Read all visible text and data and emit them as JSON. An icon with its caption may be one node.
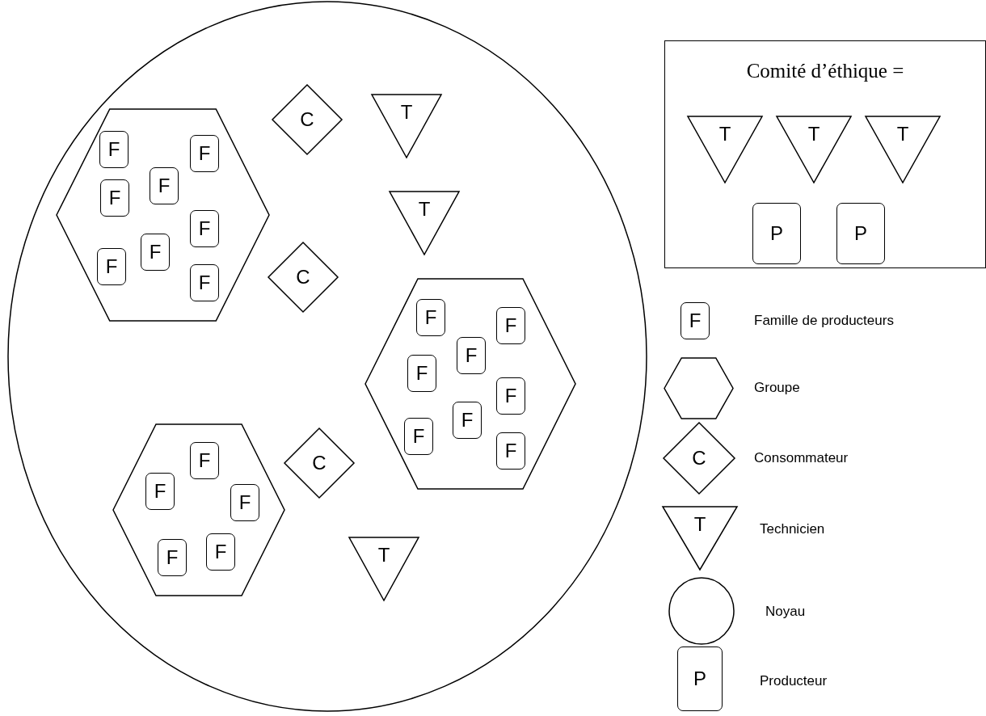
{
  "diagram": {
    "nodes": [
      {
        "text": [],
        "shape": "circle"
      },
      {
        "text": [],
        "shape": "hexagon",
        "in": 0
      },
      {
        "text": [
          "F"
        ],
        "in": 1
      },
      {
        "text": [
          "F"
        ],
        "in": 1
      },
      {
        "text": [
          "F"
        ],
        "in": 1
      },
      {
        "text": [
          "F"
        ],
        "in": 1
      },
      {
        "text": [
          "F"
        ],
        "in": 1
      },
      {
        "text": [
          "F"
        ],
        "in": 1
      },
      {
        "text": [
          "F"
        ],
        "in": 1
      },
      {
        "text": [
          "F"
        ],
        "in": 1
      },
      {
        "text": [
          "C"
        ],
        "in": 0
      },
      {
        "text": [
          "T"
        ],
        "in": 0
      },
      {
        "text": [
          "T"
        ],
        "in": 0
      },
      {
        "text": [
          "C"
        ],
        "in": 0
      },
      {
        "text": [],
        "shape": "hexagon",
        "in": 0
      },
      {
        "text": [
          "F"
        ],
        "in": 14
      },
      {
        "text": [
          "F"
        ],
        "in": 14
      },
      {
        "text": [
          "F"
        ],
        "in": 14
      },
      {
        "text": [
          "F"
        ],
        "in": 14
      },
      {
        "text": [
          "F"
        ],
        "in": 14
      },
      {
        "text": [
          "F"
        ],
        "in": 14
      },
      {
        "text": [
          "F"
        ],
        "in": 14
      },
      {
        "text": [
          "F"
        ],
        "in": 14
      },
      {
        "text": [
          "C"
        ],
        "in": 0
      },
      {
        "text": [],
        "shape": "hexagon",
        "in": 0
      },
      {
        "text": [
          "F"
        ],
        "in": 24
      },
      {
        "text": [
          "F"
        ],
        "in": 24
      },
      {
        "text": [
          "F"
        ],
        "in": 24
      },
      {
        "text": [
          "F"
        ],
        "in": 24
      },
      {
        "text": [
          "F"
        ],
        "in": 24
      },
      {
        "text": [
          "T"
        ],
        "in": 0
      },
      {
        "text": [
          "Comité d’éthique ="
        ]
      },
      {
        "text": [
          "T"
        ],
        "in": 31
      },
      {
        "text": [
          "T"
        ],
        "in": 31
      },
      {
        "text": [
          "T"
        ],
        "in": 31
      },
      {
        "text": [
          "P"
        ],
        "in": 31
      },
      {
        "text": [
          "P"
        ],
        "in": 31
      },
      {
        "text": [
          "F"
        ],
        "beside": [
          "Famille de producteurs"
        ]
      },
      {
        "text": [],
        "shape": "hexagon",
        "beside": [
          "Groupe"
        ]
      },
      {
        "text": [
          "C"
        ],
        "beside": [
          "Consommateur"
        ]
      },
      {
        "text": [
          "T"
        ],
        "beside": [
          "Technicien"
        ]
      },
      {
        "text": [],
        "shape": "circle",
        "beside": [
          "Noyau"
        ]
      },
      {
        "text": [
          "P"
        ],
        "beside": [
          "Producteur"
        ]
      }
    ]
  }
}
